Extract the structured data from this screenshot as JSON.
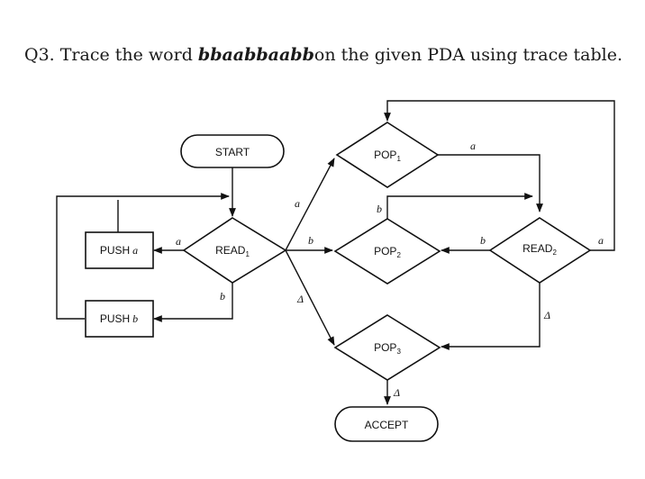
{
  "question": {
    "prefix": "Q3. Trace the word ",
    "word": "bbaabbaabb",
    "suffix": "on the given PDA using trace table."
  },
  "nodes": {
    "start": "START",
    "read1": "READ",
    "read1_sub": "1",
    "read2": "READ",
    "read2_sub": "2",
    "pop1": "POP",
    "pop1_sub": "1",
    "pop2": "POP",
    "pop2_sub": "2",
    "pop3": "POP",
    "pop3_sub": "3",
    "pusha_text": "PUSH",
    "pusha_sym": "a",
    "pushb_text": "PUSH",
    "pushb_sym": "b",
    "accept": "ACCEPT"
  },
  "edges": {
    "read1_to_pusha": "a",
    "read1_to_pushb": "b",
    "read1_to_pop1": "a",
    "read1_to_pop2": "b",
    "read1_to_pop3": "Δ",
    "pop1_to_read2": "a",
    "pop2_to_read2": "b",
    "read2_to_pop2": "b",
    "read2_to_pop1": "a",
    "read2_to_pop3": "Δ",
    "pop3_to_accept": "Δ"
  }
}
